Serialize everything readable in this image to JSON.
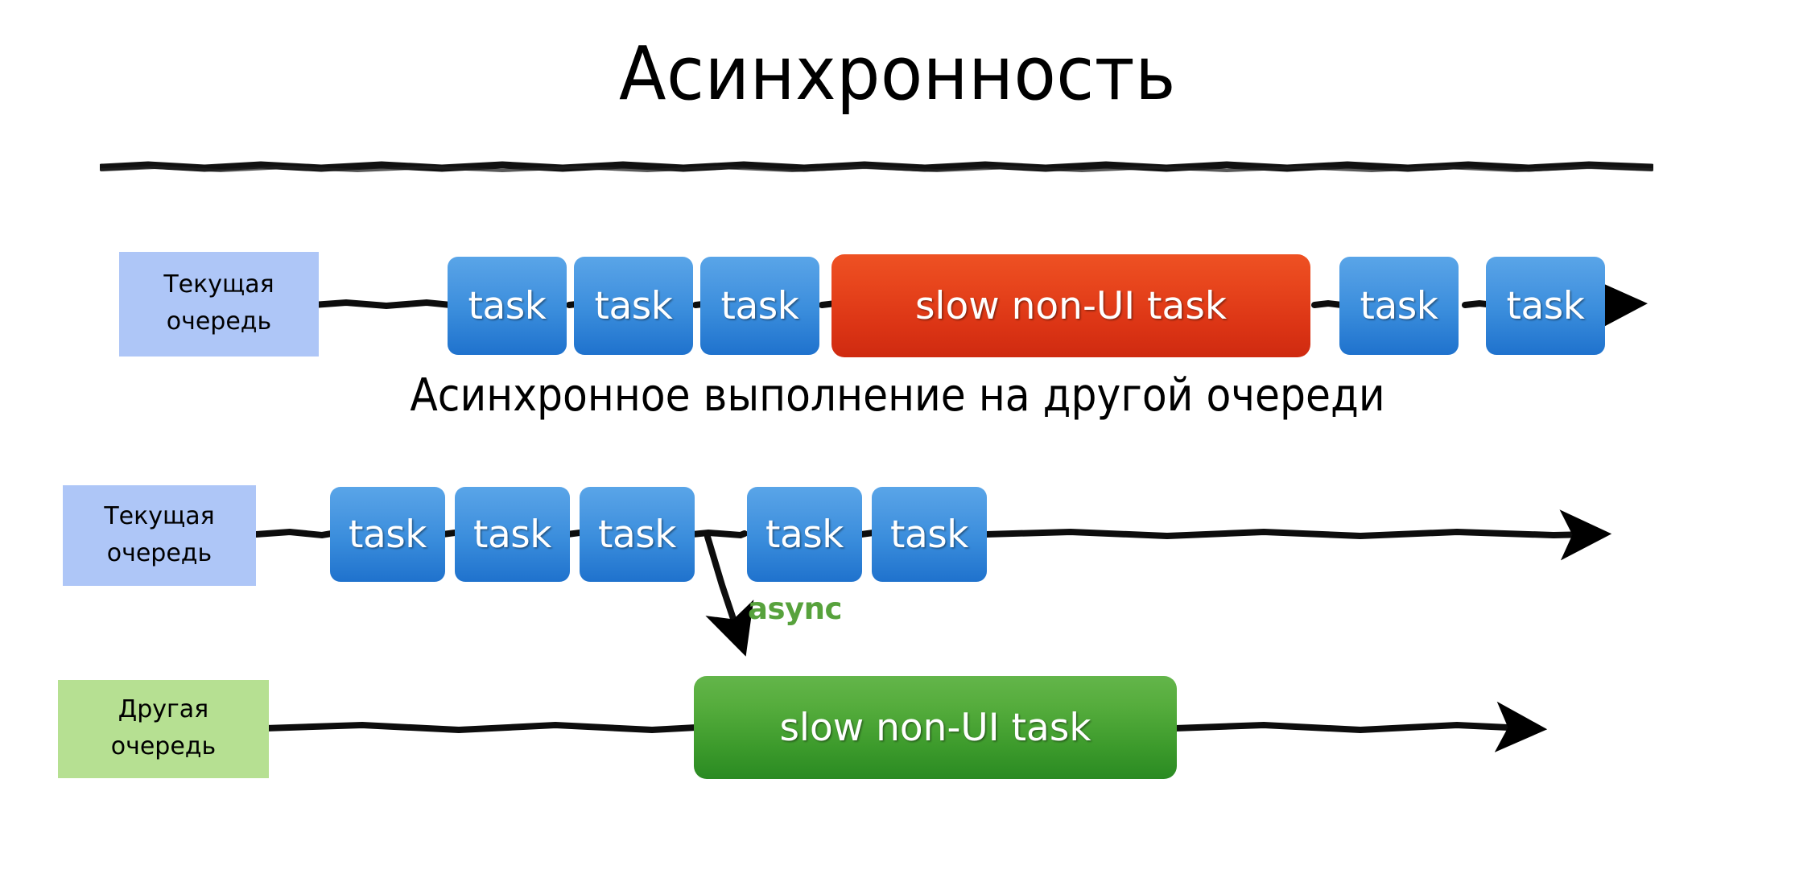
{
  "slide": {
    "title": "Асинхронность",
    "mid_caption": "Асинхронное выполнение на другой очереди",
    "background_color": "#ffffff"
  },
  "colors": {
    "task_blue": "#3a8ddc",
    "slow_red": "#dc3515",
    "slow_green": "#3d9b2c",
    "label_blue_bg": "#aec6f7",
    "label_green_bg": "#b6e092",
    "async_green_text": "#57a23c",
    "timeline_black": "#000000"
  },
  "rows": [
    {
      "id": "sync-row",
      "label": {
        "line1": "Текущая",
        "line2": "очередь",
        "style": "blue"
      },
      "blocks": [
        {
          "text": "task",
          "style": "task"
        },
        {
          "text": "task",
          "style": "task"
        },
        {
          "text": "task",
          "style": "task"
        },
        {
          "text": "slow non-UI task",
          "style": "slow-red"
        },
        {
          "text": "task",
          "style": "task"
        },
        {
          "text": "task",
          "style": "task"
        }
      ]
    },
    {
      "id": "async-ui-row",
      "label": {
        "line1": "Текущая",
        "line2": "очередь",
        "style": "blue"
      },
      "blocks": [
        {
          "text": "task",
          "style": "task"
        },
        {
          "text": "task",
          "style": "task"
        },
        {
          "text": "task",
          "style": "task"
        },
        {
          "text": "task",
          "style": "task"
        },
        {
          "text": "task",
          "style": "task"
        }
      ]
    },
    {
      "id": "other-queue-row",
      "label": {
        "line1": "Другая",
        "line2": "очередь",
        "style": "green"
      },
      "blocks": [
        {
          "text": "slow non-UI task",
          "style": "slow-green"
        }
      ]
    }
  ],
  "annotations": {
    "async": "async"
  }
}
